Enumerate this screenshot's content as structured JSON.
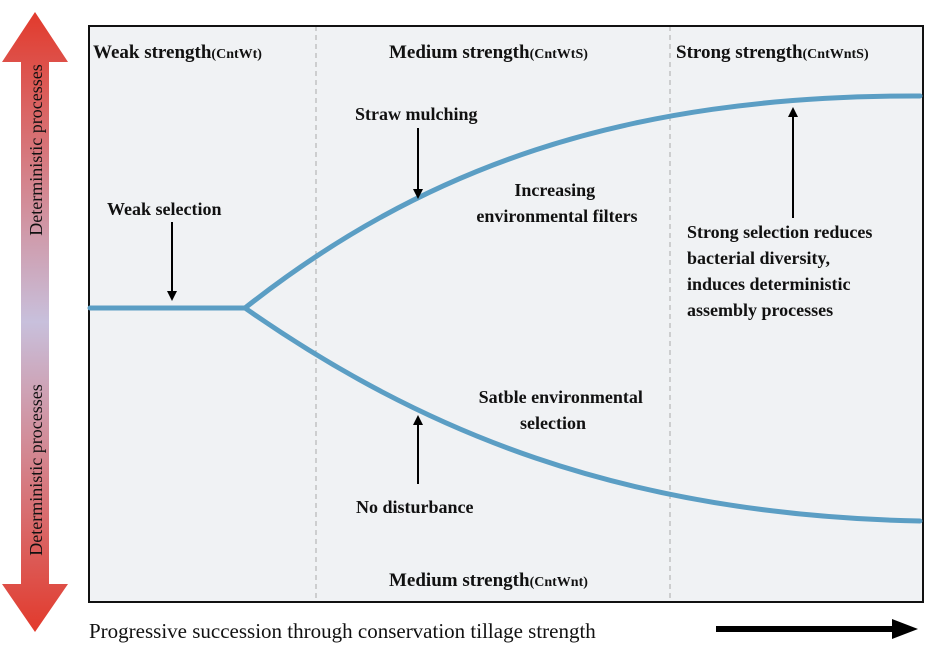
{
  "side_axis": {
    "top_label": "Deterministic processes",
    "bottom_label": "Deterministic processes",
    "colors": {
      "end": "#e23a2c",
      "middle": "#c8c0dc"
    }
  },
  "panels": {
    "weak": {
      "title": "Weak strength",
      "code": "(CntWt)"
    },
    "medium_top": {
      "title": "Medium strength",
      "code": "(CntWtS)"
    },
    "strong": {
      "title": "Strong strength",
      "code": "(CntWntS)"
    },
    "medium_bottom": {
      "title": "Medium strength",
      "code": "(CntWnt)"
    }
  },
  "annotations": {
    "weak_selection": "Weak selection",
    "straw_mulching": "Straw mulching",
    "increasing_1": "Increasing",
    "increasing_2": "environmental filters",
    "strong_sel_1": "Strong selection reduces",
    "strong_sel_2": "bacterial diversity,",
    "strong_sel_3": "induces deterministic",
    "strong_sel_4": "assembly processes",
    "stable_1": "Satble environmental",
    "stable_2": "selection",
    "no_disturbance": "No disturbance"
  },
  "x_axis_label": "Progressive succession through conservation tillage strength",
  "colors": {
    "curve": "#5b9ec4",
    "panel_bg": "#f0f2f4",
    "frame": "#111111",
    "divider": "#aaaaaa"
  }
}
